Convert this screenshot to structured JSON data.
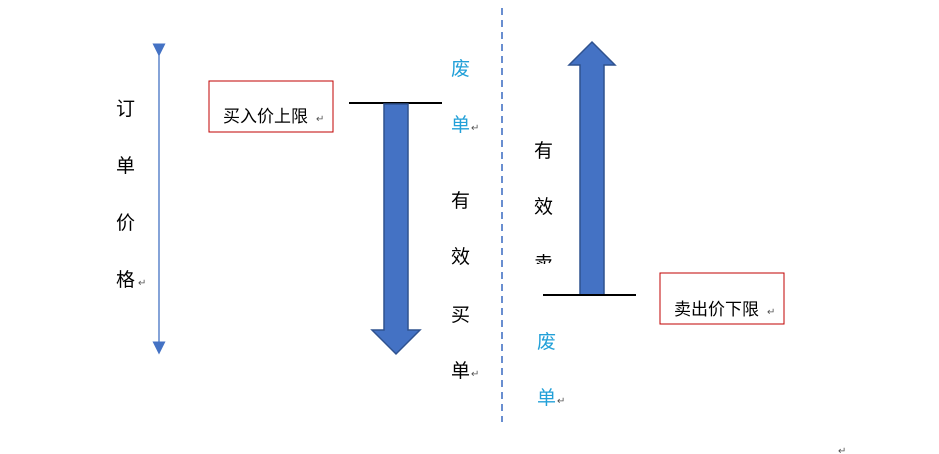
{
  "axis": {
    "label_chars": [
      "订",
      "单",
      "价",
      "格"
    ],
    "color": "#4472c4"
  },
  "buy": {
    "limit_label": "买入价上限",
    "invalid_chars": [
      "废",
      "单"
    ],
    "valid_chars": [
      "有",
      "效",
      "买",
      "单"
    ]
  },
  "sell": {
    "limit_label": "卖出价下限",
    "valid_chars": [
      "有",
      "效",
      "卖"
    ],
    "invalid_chars": [
      "废",
      "单"
    ]
  },
  "paragraph_mark": "↵",
  "colors": {
    "arrow_fill": "#4472c4",
    "arrow_stroke": "#2f528f",
    "box_border": "#c00000",
    "blue_text": "#22a0d8",
    "divider": "#4472c4"
  }
}
